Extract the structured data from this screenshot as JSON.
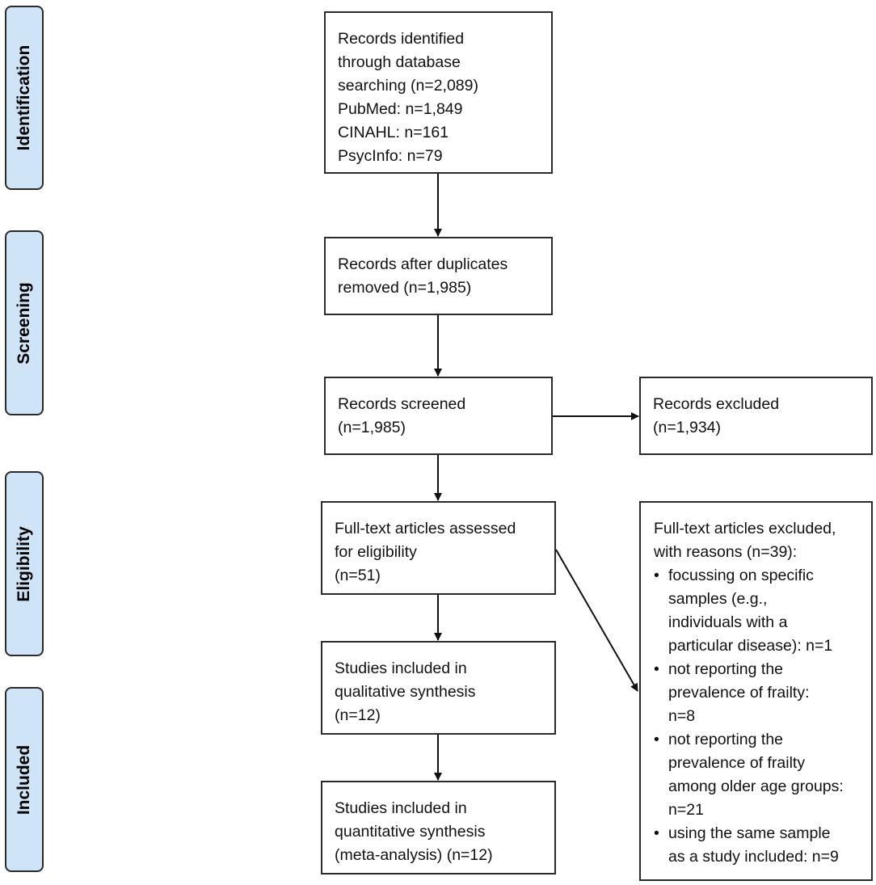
{
  "stages": [
    {
      "label": "Identification"
    },
    {
      "label": "Screening"
    },
    {
      "label": "Eligibility"
    },
    {
      "label": "Included"
    }
  ],
  "boxes": {
    "identified": {
      "lines": [
        "Records identified",
        "through database",
        "searching (n=2,089)",
        "PubMed: n=1,849",
        "CINAHL: n=161",
        "PsycInfo: n=79"
      ]
    },
    "deduplicated": {
      "lines": [
        "Records after duplicates",
        "removed (n=1,985)"
      ]
    },
    "screened": {
      "lines": [
        "Records screened",
        "(n=1,985)"
      ]
    },
    "screen_excluded": {
      "lines": [
        "Records excluded",
        "(n=1,934)"
      ]
    },
    "fulltext_assessed": {
      "lines": [
        "Full-text articles assessed",
        "for eligibility",
        "(n=51)"
      ]
    },
    "fulltext_excluded": {
      "header_lines": [
        "Full-text articles excluded,",
        "with reasons (n=39):"
      ],
      "reasons": [
        [
          "focussing on specific",
          "samples (e.g.,",
          "individuals with a",
          "particular disease): n=1"
        ],
        [
          "not reporting the",
          "prevalence of frailty:",
          "n=8"
        ],
        [
          "not reporting the",
          "prevalence of frailty",
          "among older age groups:",
          "n=21"
        ],
        [
          "using the same sample",
          "as a study included: n=9"
        ]
      ]
    },
    "qualitative": {
      "lines": [
        "Studies included in",
        "qualitative synthesis",
        "(n=12)"
      ]
    },
    "quantitative": {
      "lines": [
        "Studies included in",
        "quantitative synthesis",
        "(meta-analysis) (n=12)"
      ]
    }
  },
  "colors": {
    "stage_fill": "#cfe4f7",
    "border": "#2b2b2b"
  }
}
